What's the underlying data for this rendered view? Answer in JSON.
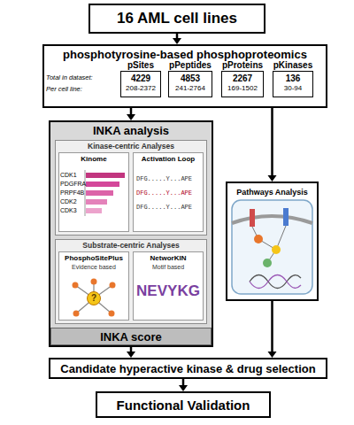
{
  "diagram": {
    "nodes": [
      {
        "text": [
          "16 AML cell lines"
        ]
      },
      {
        "text": [
          "phosphotyrosine-based phosphoproteomics"
        ]
      },
      {
        "text": [
          "pSites",
          "4229",
          "208-2372"
        ],
        "in": 1
      },
      {
        "text": [
          "pPeptides",
          "4853",
          "241-2764"
        ],
        "in": 1
      },
      {
        "text": [
          "pProteins",
          "2267",
          "169-1502"
        ],
        "in": 1
      },
      {
        "text": [
          "pKinases",
          "136",
          "30-94"
        ],
        "in": 1
      },
      {
        "text": [
          "INKA analysis"
        ]
      },
      {
        "text": [
          "Kinase-centric Analyses"
        ],
        "in": 6
      },
      {
        "text": [
          "Kinome"
        ],
        "in": 7
      },
      {
        "text": [
          "Activation Loop"
        ],
        "in": 7
      },
      {
        "text": [
          "Substrate-centric Analyses"
        ],
        "in": 6
      },
      {
        "text": [
          "PhosphoSitePlus",
          "Evidence based"
        ],
        "in": 10
      },
      {
        "text": [
          "NetworKIN",
          "Motif based"
        ],
        "in": 10
      },
      {
        "text": [
          "INKA score"
        ],
        "in": 6
      },
      {
        "text": [
          "Pathways Analysis"
        ]
      },
      {
        "text": [
          "Candidate hyperactive kinase & drug selection"
        ]
      },
      {
        "text": [
          "Functional Validation"
        ]
      }
    ],
    "edges": [
      {
        "from": 0,
        "to": 1,
        "arrow": "to"
      },
      {
        "from": 1,
        "to": 6,
        "arrow": "to"
      },
      {
        "from": 1,
        "to": 14,
        "arrow": "to"
      },
      {
        "from": 6,
        "to": 15,
        "arrow": "to"
      },
      {
        "from": 14,
        "to": 15,
        "arrow": "to"
      },
      {
        "from": 15,
        "to": 16,
        "arrow": "to"
      }
    ],
    "labels": [
      "Total in dataset:",
      "Per cell line:",
      "CDK1",
      "PDGFRA",
      "PRPF4B",
      "CDK2",
      "CDK3",
      "DFG.....Y...APE",
      "DFG.....Y...APE",
      "DFG.....Y...APE",
      "?",
      "NEVYKG"
    ]
  }
}
